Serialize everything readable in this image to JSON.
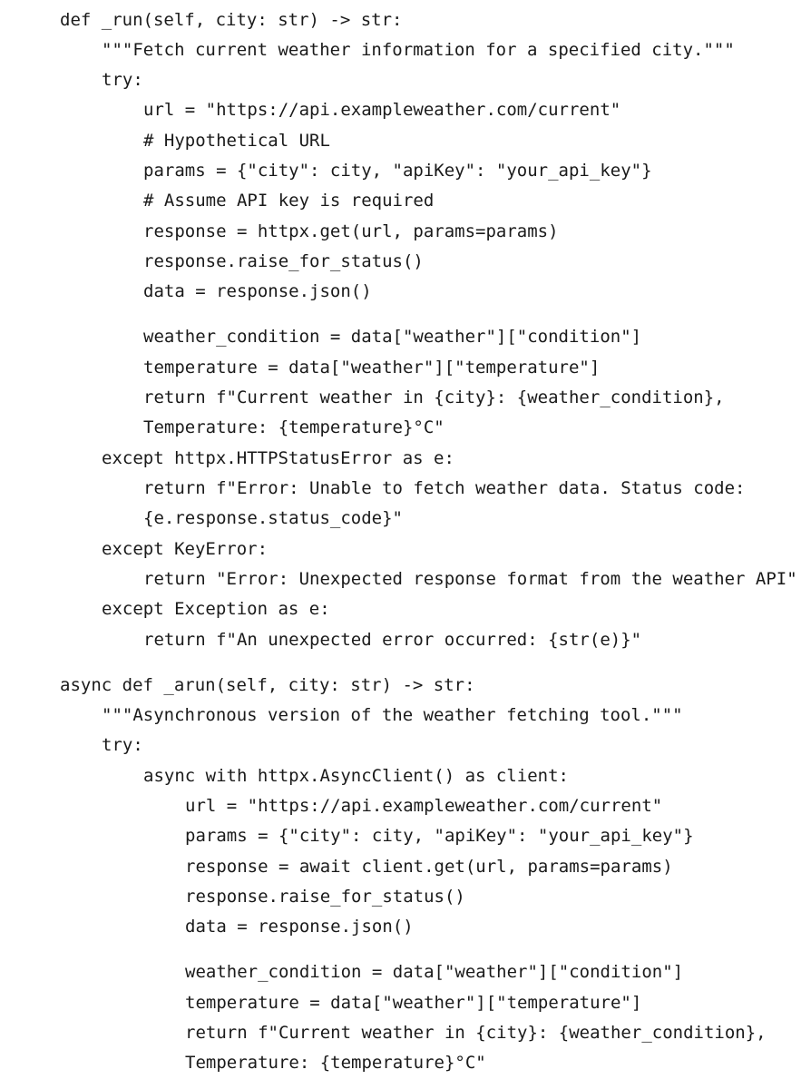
{
  "code": {
    "lines": [
      "def _run(self, city: str) -> str:",
      "\"\"\"Fetch current weather information for a specified city.\"\"\"",
      "try:",
      "url = \"https://api.exampleweather.com/current\"",
      "# Hypothetical URL",
      "params = {\"city\": city, \"apiKey\": \"your_api_key\"}",
      "# Assume API key is required",
      "response = httpx.get(url, params=params)",
      "response.raise_for_status()",
      "data = response.json()",
      "weather_condition = data[\"weather\"][\"condition\"]",
      "temperature = data[\"weather\"][\"temperature\"]",
      "return f\"Current weather in {city}: {weather_condition},",
      "Temperature: {temperature}°C\"",
      "except httpx.HTTPStatusError as e:",
      "return f\"Error: Unable to fetch weather data. Status code:",
      "{e.response.status_code}\"",
      "except KeyError:",
      "return \"Error: Unexpected response format from the weather API\"",
      "except Exception as e:",
      "return f\"An unexpected error occurred: {str(e)}\"",
      "async def _arun(self, city: str) -> str:",
      "\"\"\"Asynchronous version of the weather fetching tool.\"\"\"",
      "try:",
      "async with httpx.AsyncClient() as client:",
      "url = \"https://api.exampleweather.com/current\"",
      "params = {\"city\": city, \"apiKey\": \"your_api_key\"}",
      "response = await client.get(url, params=params)",
      "response.raise_for_status()",
      "data = response.json()",
      "weather_condition = data[\"weather\"][\"condition\"]",
      "temperature = data[\"weather\"][\"temperature\"]",
      "return f\"Current weather in {city}: {weather_condition},",
      "Temperature: {temperature}°C\""
    ]
  }
}
